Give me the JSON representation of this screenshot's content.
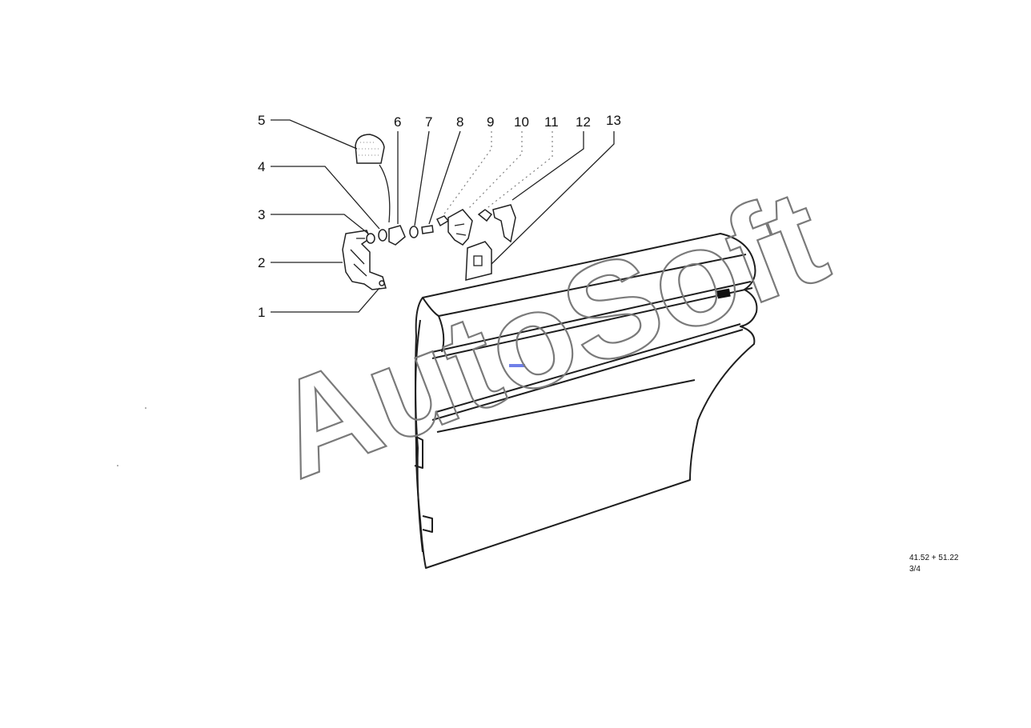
{
  "callouts": {
    "c1": "1",
    "c2": "2",
    "c3": "3",
    "c4": "4",
    "c5": "5",
    "c6": "6",
    "c7": "7",
    "c8": "8",
    "c9": "9",
    "c10": "10",
    "c11": "11",
    "c12": "12",
    "c13": "13"
  },
  "reference": {
    "code": "41.52 + 51.22",
    "page": "3/4"
  },
  "watermark": {
    "text": "AutoSoft"
  }
}
